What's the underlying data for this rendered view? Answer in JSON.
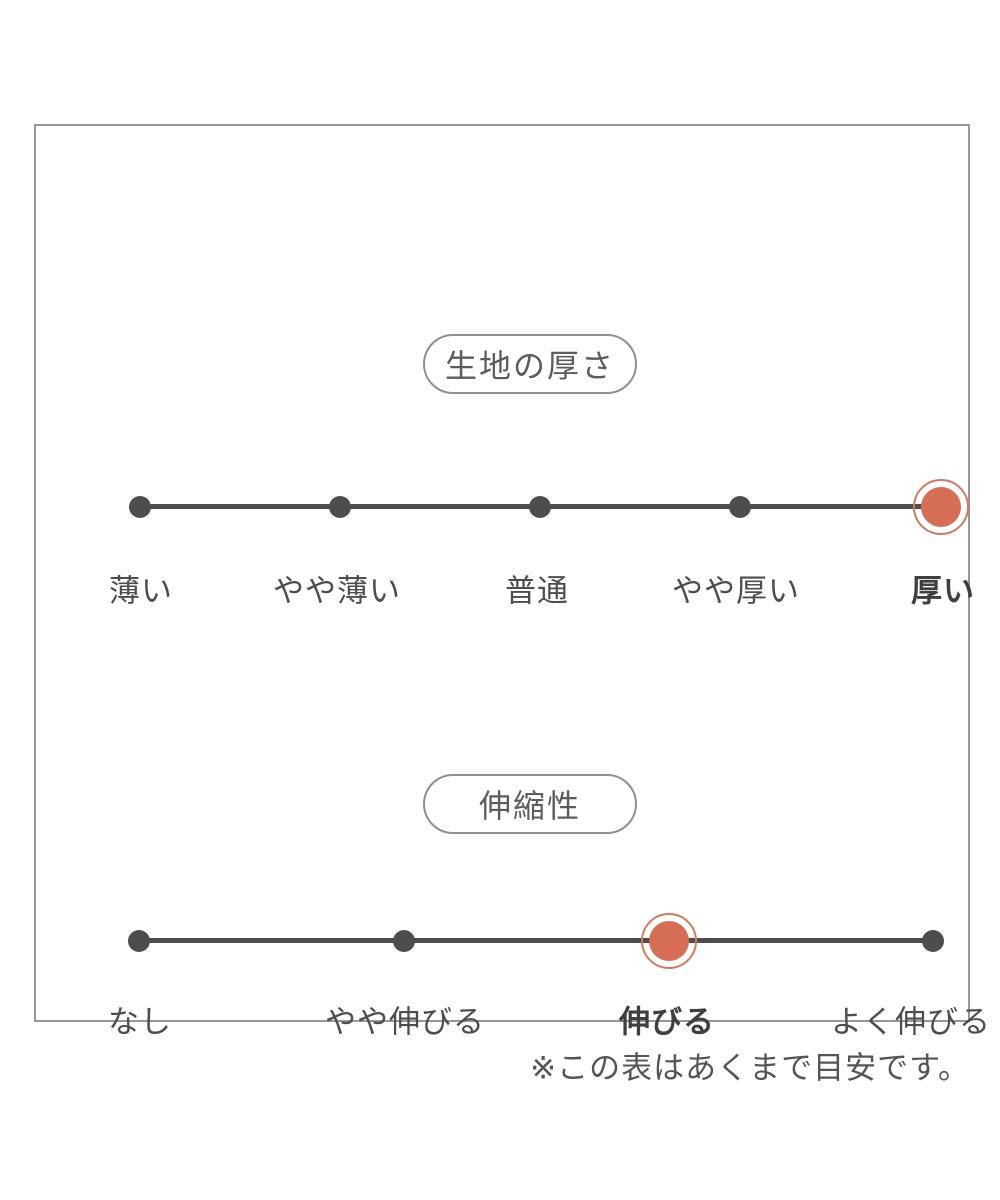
{
  "colors": {
    "accent_dot": "#d66e56",
    "accent_ring": "#d07a5f",
    "scale_dark": "#4d4d4d",
    "panel_border": "#979797"
  },
  "sections": [
    {
      "title": "生地の厚さ",
      "levels": [
        "薄い",
        "やや薄い",
        "普通",
        "やや厚い",
        "厚い"
      ],
      "selected": "厚い",
      "selected_index": 4
    },
    {
      "title": "伸縮性",
      "levels": [
        "なし",
        "やや伸びる",
        "伸びる",
        "よく伸びる"
      ],
      "selected": "伸びる",
      "selected_index": 2
    }
  ],
  "footnote": "※この表はあくまで目安です。"
}
